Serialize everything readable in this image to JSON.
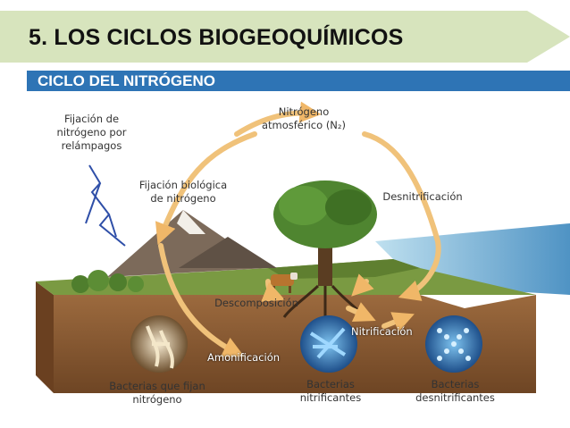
{
  "header": {
    "title": "5. LOS CICLOS BIOGEOQUÍMICOS",
    "subtitle": "CICLO DEL NITRÓGENO"
  },
  "diagram": {
    "labels": {
      "atmospheric_nitrogen_line1": "Nitrógeno",
      "atmospheric_nitrogen_line2": "atmosférico (N₂)",
      "lightning_fixation_line1": "Fijación de",
      "lightning_fixation_line2": "nitrógeno por",
      "lightning_fixation_line3": "relámpagos",
      "biological_fixation_line1": "Fijación biológica",
      "biological_fixation_line2": "de nitrógeno",
      "denitrification": "Desnitrificación",
      "decomposition": "Descomposición",
      "nitrification": "Nitrificación",
      "ammonification": "Amonificación",
      "fixing_bacteria_line1": "Bacterias que fijan",
      "fixing_bacteria_line2": "nitrógeno",
      "nitrifying_bacteria_line1": "Bacterias",
      "nitrifying_bacteria_line2": "nitrificantes",
      "denitrifying_bacteria_line1": "Bacterias",
      "denitrifying_bacteria_line2": "desnitrificantes"
    },
    "colors": {
      "banner_green": "#d7e4bd",
      "subtitle_blue": "#2e74b5",
      "arrow_orange": "#f0c27a",
      "soil_brown": "#8a5a34",
      "grass_green": "#6e8f3a",
      "sky_blue": "#7fb7d9"
    }
  }
}
